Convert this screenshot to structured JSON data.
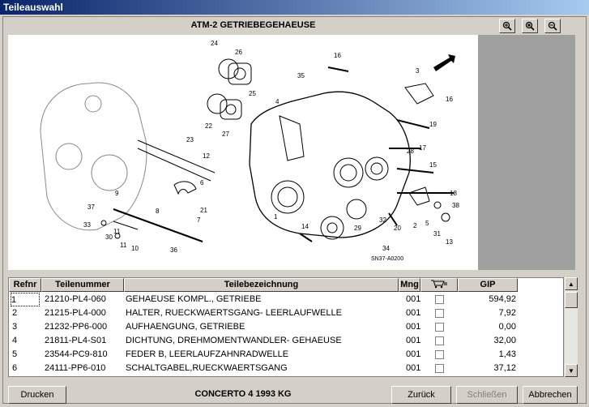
{
  "window": {
    "title": "Teileauswahl"
  },
  "diagram": {
    "title": "ATM-2 GETRIEBEGEHAEUSE",
    "code": "SN37-A0200",
    "callouts": [
      "24",
      "26",
      "35",
      "16",
      "3",
      "4",
      "25",
      "22",
      "27",
      "16",
      "19",
      "23",
      "12",
      "17",
      "28",
      "15",
      "6",
      "9",
      "18",
      "37",
      "21",
      "7",
      "38",
      "8",
      "33",
      "5",
      "32",
      "20",
      "2",
      "31",
      "30",
      "11",
      "14",
      "29",
      "13",
      "10",
      "36",
      "1",
      "34",
      "11"
    ]
  },
  "zoom": {
    "zoom_in_icon": "zoom-in-icon",
    "zoom_fit_icon": "zoom-fit-icon",
    "zoom_out_icon": "zoom-out-icon"
  },
  "table": {
    "headers": {
      "refnr": "Refnr",
      "teilenummer": "Teilenummer",
      "bezeichnung": "Teilebezeichnung",
      "mng": "Mng",
      "gip": "GIP"
    },
    "rows": [
      {
        "refnr": "1",
        "teilenummer": "21210-PL4-060",
        "bezeichnung": "GEHAEUSE KOMPL., GETRIEBE",
        "mng": "001",
        "gip": "594,92"
      },
      {
        "refnr": "2",
        "teilenummer": "21215-PL4-000",
        "bezeichnung": "HALTER, RUECKWAERTSGANG- LEERLAUFWELLE",
        "mng": "001",
        "gip": "7,92"
      },
      {
        "refnr": "3",
        "teilenummer": "21232-PP6-000",
        "bezeichnung": "AUFHAENGUNG, GETRIEBE",
        "mng": "001",
        "gip": "0,00"
      },
      {
        "refnr": "4",
        "teilenummer": "21811-PL4-S01",
        "bezeichnung": "DICHTUNG, DREHMOMENTWANDLER- GEHAEUSE",
        "mng": "001",
        "gip": "32,00"
      },
      {
        "refnr": "5",
        "teilenummer": "23544-PC9-810",
        "bezeichnung": "FEDER B, LEERLAUFZAHNRADWELLE",
        "mng": "001",
        "gip": "1,43"
      },
      {
        "refnr": "6",
        "teilenummer": "24111-PP6-010",
        "bezeichnung": "SCHALTGABEL,RUECKWAERTSGANG",
        "mng": "001",
        "gip": "37,12"
      }
    ]
  },
  "status": {
    "vehicle": "CONCERTO  4  1993  KG"
  },
  "buttons": {
    "print": "Drucken",
    "back": "Zurück",
    "close": "Schließen",
    "cancel": "Abbrechen"
  }
}
